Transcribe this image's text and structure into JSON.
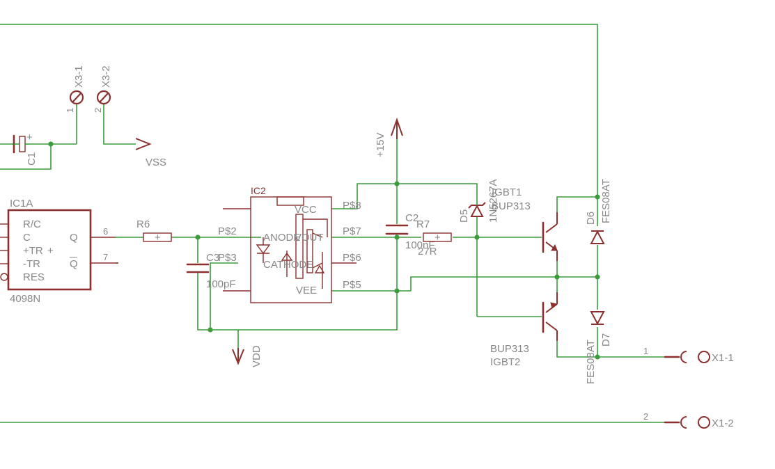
{
  "labels": {
    "x3_1": "X3-1",
    "x3_2": "X3-2",
    "x3_1_pin": "1",
    "x3_2_pin": "2",
    "c1": "C1",
    "c1_plus": "+",
    "vss": "VSS",
    "plus15v": "+15V",
    "ic1a_name": "IC1A",
    "ic1a_part": "4098N",
    "ic1a_pins": [
      "R/C",
      "C",
      "+TR",
      "-TR",
      "RES"
    ],
    "ic1a_plus": "+",
    "ic1a_q": "Q",
    "ic1a_qbar": "Q",
    "ic1a_pin6": "6",
    "ic1a_pin7": "7",
    "r6": "R6",
    "c3": "C3",
    "c3_value": "100pF",
    "vdd": "VDD",
    "ic2": "IC2",
    "ic2_vcc": "VCC",
    "ic2_anode": "ANODE",
    "ic2_vout": "VOUT",
    "ic2_cathode": "CATHODE",
    "ic2_vee": "VEE",
    "ps8": "P$8",
    "ps7": "P$7",
    "ps6": "P$6",
    "ps5": "P$5",
    "ps2": "P$2",
    "ps3": "P$3",
    "c2": "C2",
    "c2_value": "100nF",
    "r7": "R7",
    "r7_value": "27R",
    "d5": "D5",
    "d5_part": "1N5267A",
    "igbt1": "IGBT1",
    "igbt1_part": "BUP313",
    "igbt2_part": "BUP313",
    "igbt2": "IGBT2",
    "d6": "D6",
    "d6_part": "FES08AT",
    "d7": "D7",
    "d7_part": "FES08AT",
    "x1_1": "X1-1",
    "x1_2": "X1-2",
    "x1_1_pin": "1",
    "x1_2_pin": "2"
  }
}
